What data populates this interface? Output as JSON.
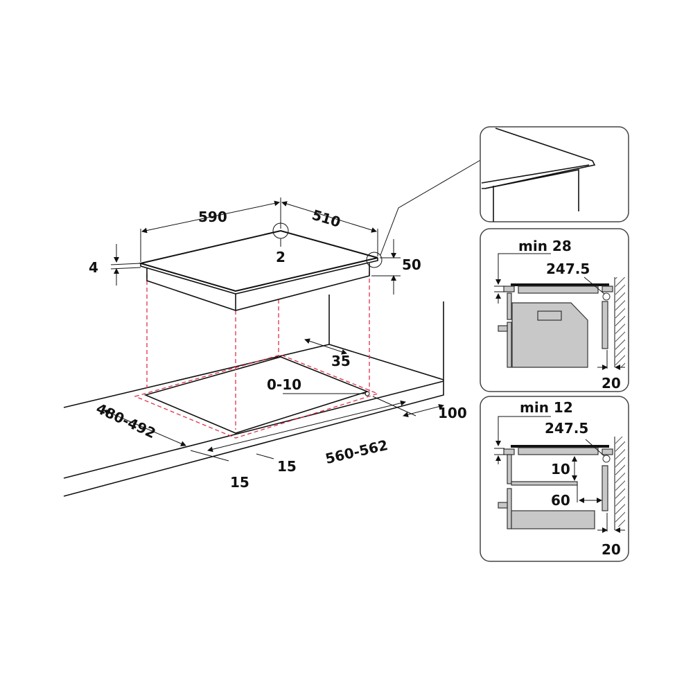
{
  "main": {
    "width_label": "590",
    "depth_label": "510",
    "corner_radius_label": "2",
    "thickness_label": "4",
    "height_label": "50",
    "rear_gap_label": "35",
    "offset_label": "0-10",
    "wall_distance_label": "100",
    "cutout_depth_label": "480-492",
    "cutout_width_label": "560-562",
    "side_margin_left_label": "15",
    "side_margin_right_label": "15"
  },
  "inset_oven": {
    "min_label": "min 28",
    "dim_label": "247.5",
    "wall_gap_label": "20"
  },
  "inset_drawer": {
    "min_label": "min 12",
    "dim_label": "247.5",
    "vertical_gap_label": "10",
    "horizontal_gap_label": "60",
    "wall_gap_label": "20"
  },
  "colors": {
    "line": "#111111",
    "guide": "#e0304a",
    "fill": "#c8c8c8"
  }
}
